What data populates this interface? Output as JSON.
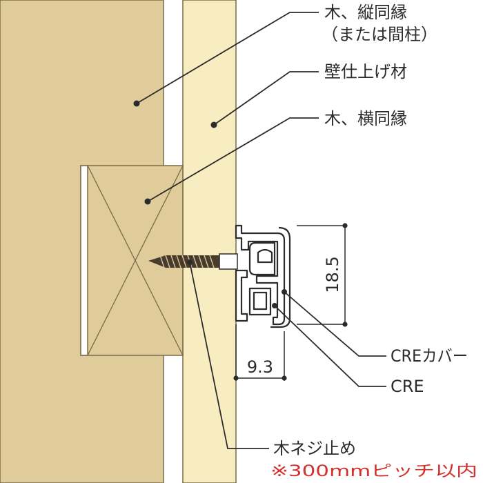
{
  "labels": {
    "vertical_furring": "木、縦同縁",
    "vertical_furring_alt": "（または間柱）",
    "wall_finish": "壁仕上げ材",
    "horizontal_furring": "木、横同縁",
    "cre_cover": "CREカバー",
    "cre": "CRE",
    "screw": "木ネジ止め",
    "screw_note": "※300mmピッチ以内"
  },
  "dimensions": {
    "height": "18.5",
    "depth": "9.3"
  },
  "colors": {
    "wood_dark": "#e0cb9b",
    "wood_light": "#f8edc1",
    "line": "#2b2b2b",
    "note": "#d0312d"
  }
}
